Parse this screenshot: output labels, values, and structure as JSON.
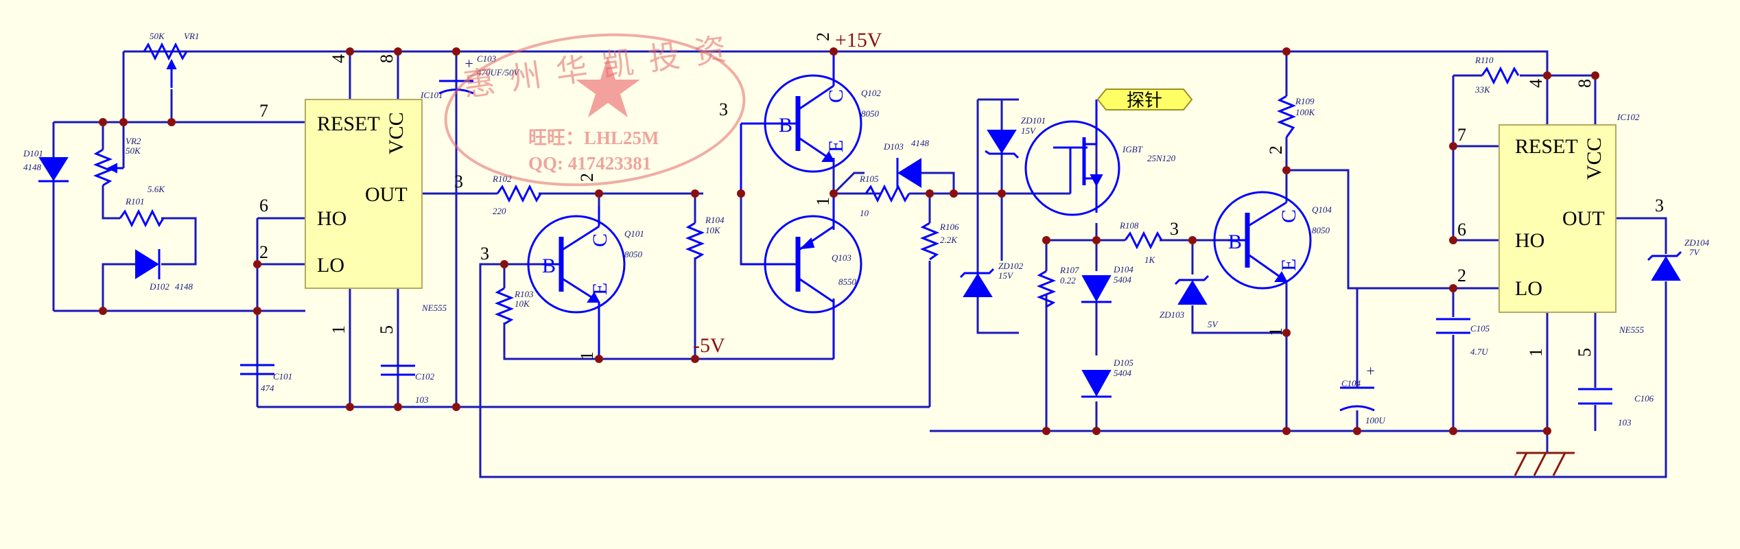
{
  "ic1": {
    "reset": "RESET",
    "vcc": "VCC",
    "out": "OUT",
    "ho": "HO",
    "lo": "LO",
    "designator": "IC101",
    "part": "NE555"
  },
  "ic2": {
    "reset": "RESET",
    "vcc": "VCC",
    "out": "OUT",
    "ho": "HO",
    "lo": "LO",
    "designator": "IC102",
    "part": "NE555"
  },
  "pins": {
    "p1": "1",
    "p2": "2",
    "p3": "3",
    "p4": "4",
    "p5": "5",
    "p6": "6",
    "p7": "7",
    "p8": "8"
  },
  "rails": {
    "plus": "+15V",
    "minus": "-5V"
  },
  "probe": "探针",
  "watermark": {
    "company": "惠州华凯投资",
    "wangwang": "旺旺：LHL25M",
    "qq": "QQ:  417423381"
  },
  "transistor": {
    "b": "B",
    "c": "C",
    "e": "E"
  },
  "parts": {
    "vr1_val": "50K",
    "vr1_ref": "VR1",
    "vr2_ref": "VR2",
    "vr2_val": "50K",
    "d101_ref": "D101",
    "d101_val": "4148",
    "r101_ref": "R101",
    "r101_val": "5.6K",
    "d102_ref": "D102",
    "d102_val": "4148",
    "c101_ref": "C101",
    "c101_val": "474",
    "c102_ref": "C102",
    "c102_val": "103",
    "c103_ref": "C103",
    "c103_val": "470UF/50V",
    "r102_ref": "R102",
    "r102_val": "220",
    "q101_ref": "Q101",
    "q101_val": "8050",
    "r103_ref": "R103",
    "r103_val": "10K",
    "r104_ref": "R104",
    "r104_val": "10K",
    "q102_ref": "Q102",
    "q102_val": "8050",
    "q103_ref": "Q103",
    "q103_val": "8550",
    "d103_ref": "D103",
    "d103_val": "4148",
    "r105_ref": "R105",
    "r105_val": "10",
    "r106_ref": "R106",
    "r106_val": "2.2K",
    "zd101_ref": "ZD101",
    "zd101_val": "15V",
    "zd102_ref": "ZD102",
    "zd102_val": "15V",
    "igbt_ref": "IGBT",
    "igbt_val": "25N120",
    "r107_ref": "R107",
    "r107_val": "0.22",
    "r108_ref": "R108",
    "r108_val": "1K",
    "d104_ref": "D104",
    "d104_val": "5404",
    "d105_ref": "D105",
    "d105_val": "5404",
    "zd103_ref": "ZD103",
    "zd103_val": "5V",
    "r109_ref": "R109",
    "r109_val": "100K",
    "q104_ref": "Q104",
    "q104_val": "8050",
    "r110_ref": "R110",
    "r110_val": "33K",
    "c104_ref": "C104",
    "c104_val": "100U",
    "c105_ref": "C105",
    "c105_val": "4.7U",
    "c106_ref": "C106",
    "c106_val": "103",
    "zd104_ref": "ZD104",
    "zd104_val": "7V"
  },
  "colors": {
    "wire": "#1a1ab8",
    "symbol": "#0000ff",
    "junction": "#8a0f0f",
    "ic_fill": "#FFFFB2",
    "background": "#FFFFEA",
    "watermark": "#e36a6a"
  }
}
